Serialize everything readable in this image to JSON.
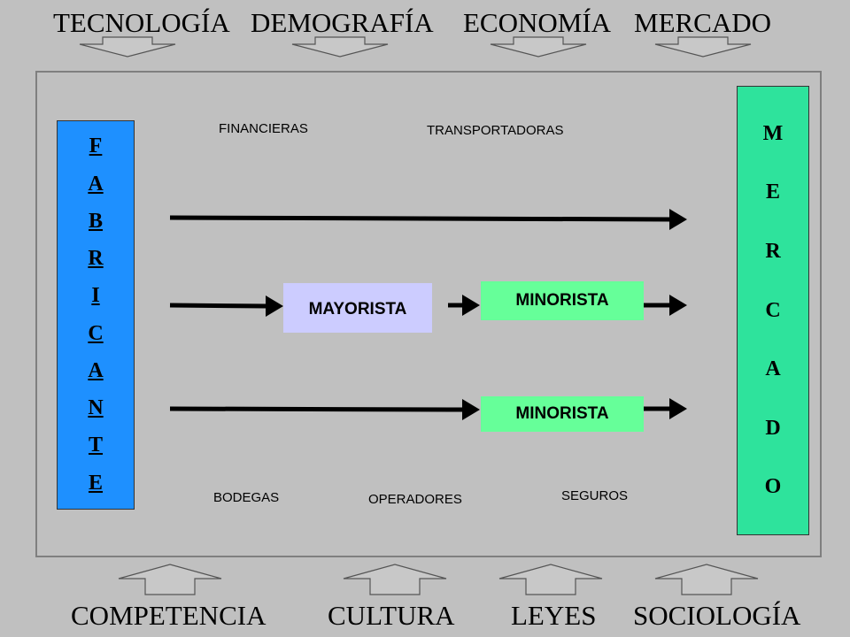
{
  "top_factors": [
    "TECNOLOGÍA",
    "DEMOGRAFÍA",
    "ECONOMÍA",
    "MERCADO"
  ],
  "bottom_factors": [
    "COMPETENCIA",
    "CULTURA",
    "LEYES",
    "SOCIOLOGÍA"
  ],
  "fabricante_letters": [
    "F",
    "A",
    "B",
    "R",
    "I",
    "C",
    "A",
    "N",
    "T",
    "E"
  ],
  "mercado_letters": [
    "M",
    "E",
    "R",
    "C",
    "A",
    "D",
    "O"
  ],
  "intermediaries": {
    "mayorista": "MAYORISTA",
    "minorista_1": "MINORISTA",
    "minorista_2": "MINORISTA"
  },
  "services_top": {
    "financieras": "FINANCIERAS",
    "transportadoras": "TRANSPORTADORAS"
  },
  "services_bottom": {
    "bodegas": "BODEGAS",
    "operadores": "OPERADORES",
    "seguros": "SEGUROS"
  },
  "colors": {
    "background": "#c0c0c0",
    "fabricante": "#1e90ff",
    "mercado": "#2ee39c",
    "mayorista": "#ccccff",
    "minorista": "#66ff99"
  }
}
